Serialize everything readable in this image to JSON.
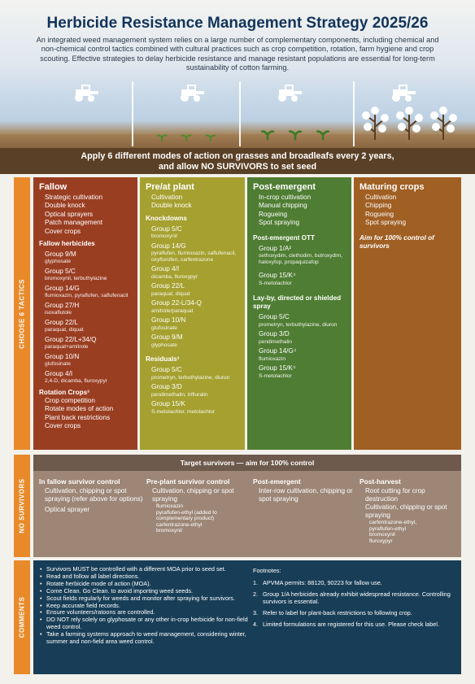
{
  "header": {
    "title": "Herbicide Resistance Management Strategy 2025/26",
    "intro": "An integrated weed management system relies on a large number of complementary components, including chemical and non-chemical control tactics combined with cultural practices such as crop competition, rotation, farm hygiene and crop scouting. Effective strategies to delay herbicide resistance and manage resistant populations are essential for long-term sustainability of cotton farming."
  },
  "banner": {
    "line1": "Apply 6 different modes of action on grasses and broadleafs every 2 years,",
    "line2": "and allow NO SURVIVORS to set seed"
  },
  "side_labels": {
    "choose": "CHOOSE 6 TACTICS",
    "no_survivors": "NO SURVIVORS",
    "comments": "COMMENTS"
  },
  "fallow": {
    "title": "Fallow",
    "items": [
      "Strategic cultivation",
      "Double knock",
      "Optical sprayers",
      "Patch management",
      "Cover crops"
    ],
    "herb_title": "Fallow herbicides",
    "groups": [
      {
        "g": "Group 9/M",
        "s": "glyphosate"
      },
      {
        "g": "Group 5/C",
        "s": "bromoxynil, terbuthylazine"
      },
      {
        "g": "Group 14/G",
        "s": "flumioxazin, pyraflufen, saflufenacil"
      },
      {
        "g": "Group 27/H",
        "s": "isoxaflutole"
      },
      {
        "g": "Group 22/L",
        "s": "paraquat, diquat"
      },
      {
        "g": "Group 22/L+34/Q",
        "s": "paraquat+amitrole"
      },
      {
        "g": "Group 10/N",
        "s": "glufosinate"
      },
      {
        "g": "Group 4/I",
        "s": "2,4-D, dicamba, fluroxypyr"
      }
    ],
    "rot_title": "Rotation Crops³",
    "rot_items": [
      "Crop competition",
      "Rotate modes of action",
      "Plant back restrictions",
      "Cover crops"
    ]
  },
  "preplant": {
    "title": "Pre/at plant",
    "items": [
      "Cultivation",
      "Double knock"
    ],
    "kd_title": "Knockdowns",
    "kd_groups": [
      {
        "g": "Group 5/C",
        "s": "bromoxynil"
      },
      {
        "g": "Group 14/G",
        "s": "pyraflufen, flumioxazin, saflufenacil, oxyflurofen, carfentrazone"
      },
      {
        "g": "Group 4/I",
        "s": "dicamba, fluroxypyr"
      },
      {
        "g": "Group 22/L",
        "s": "paraquat, diquat"
      },
      {
        "g": "Group 22-L/34-Q",
        "s": "amitrole/paraquat"
      },
      {
        "g": "Group 10/N",
        "s": "glufosinate"
      },
      {
        "g": "Group 9/M",
        "s": "glyphosate"
      }
    ],
    "res_title": "Residuals³",
    "res_groups": [
      {
        "g": "Group 5/C",
        "s": "prometryn, terbuthylazine, diuron"
      },
      {
        "g": "Group 3/D",
        "s": "pendimethalin, trifluralin"
      },
      {
        "g": "Group 15/K",
        "s": "S-metolachlor, metolachlor"
      }
    ]
  },
  "postemergent": {
    "title": "Post-emergent",
    "items": [
      "In-crop cultivation",
      "Manual chipping",
      "Rogueing",
      "Spot spraying"
    ],
    "ott_title": "Post-emergent OTT",
    "ott_groups": [
      {
        "g": "Group 1/A²",
        "s": "sethoxydim, clethodim, butroxydim, haloxyfop, propaquizafop"
      },
      {
        "g": "Group 15/K⁴",
        "s": "S-metolachlor"
      }
    ],
    "lay_title": "Lay-by, directed or shielded spray",
    "lay_groups": [
      {
        "g": "Group 5/C",
        "s": "prometryn, terbuthylazine, diuron"
      },
      {
        "g": "Group 3/D",
        "s": "pendimethalin"
      },
      {
        "g": "Group 14/G⁴",
        "s": "flumioxazin"
      },
      {
        "g": "Group 15/K⁴",
        "s": "S-metolachlor"
      }
    ]
  },
  "maturing": {
    "title": "Maturing crops",
    "items": [
      "Cultivation",
      "Chipping",
      "Rogueing",
      "Spot spraying"
    ],
    "note": "Aim for 100% control of survivors"
  },
  "survivors": {
    "heading": "Target survivors — aim for 100% control",
    "infallow": {
      "title": "In fallow survivor control",
      "items": [
        "Cultivation, chipping or spot spraying (refer above for options)",
        "Optical sprayer"
      ]
    },
    "preplant": {
      "title": "Pre-plant survivor control",
      "items": [
        "Cultivation, chipping or spot spraying"
      ],
      "subs": [
        "flumioxazin",
        "pyraflufen-ethyl (added to complementary product)",
        "carfentrazone-ethyl",
        "bromoxynil"
      ]
    },
    "postemergent": {
      "title": "Post-emergent",
      "items": [
        "Inter-row cultivation, chipping or spot spraying"
      ]
    },
    "postharvest": {
      "title": "Post-harvest",
      "items": [
        "Root cutting for crop destruction",
        "Cultivation, chipping or spot spraying"
      ],
      "subs": [
        "carfentrazone-ethyl,",
        "pyraflufen-ethyl",
        "bromoxynil",
        "fluroxypyr"
      ]
    }
  },
  "comments": {
    "bullets": [
      "Survivors MUST be controlled with a different MOA prior to seed set.",
      "Read and follow all label directions.",
      "Rotate herbicide mode of action (MOA).",
      "Come Clean. Go Clean. to avoid importing weed seeds.",
      "Scout fields regularly for weeds and monitor after spraying for survivors.",
      "Keep accurate field records.",
      "Ensure volunteers/ratoons are controlled.",
      "DO NOT rely solely on glyphosate or any other in-crop herbicide for non-field weed control.",
      "Take a farming systems approach to weed management, considering winter, summer and non-field area weed control."
    ],
    "footnotes_title": "Footnotes:",
    "footnotes": [
      {
        "n": "1.",
        "t": "APVMA permits: 88120, 90223 for fallow use."
      },
      {
        "n": "2.",
        "t": "Group 1/A herbicides already exhibit widespread resistance. Controlling survivors is essential."
      },
      {
        "n": "3.",
        "t": "Refer to label for plant-back restrictions to following crop."
      },
      {
        "n": "4.",
        "t": "Limited formulations are registered for this use. Please check label."
      }
    ]
  },
  "colors": {
    "fallow": "#9a3e22",
    "preplant": "#a5a02f",
    "postemergent": "#4f7d33",
    "maturing": "#a05f23",
    "side": "#e88a2a",
    "comments": "#183e57",
    "survivors": "#9d8676",
    "title": "#12345a"
  },
  "icons": [
    "tractor-icon",
    "sprout-icon",
    "cotton-plant-icon"
  ]
}
